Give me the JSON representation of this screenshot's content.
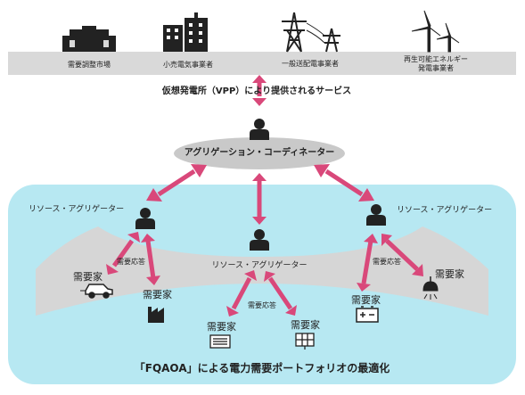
{
  "top_bar": {
    "market": "需要調整市場",
    "retail": "小売電気事業者",
    "transmission": "一般送配電事業者",
    "renewable_line1": "再生可能エネルギー",
    "renewable_line2": "発電事業者"
  },
  "vpp_label": "仮想発電所（VPP）により提供されるサービス",
  "coordinator_label": "アグリゲーション・コーディネーター",
  "resource_aggregator": "リソース・アグリゲーター",
  "consumer": "需要家",
  "demand_response": "需要応答",
  "bottom_title": "「FQAOA」による電力需要ポートフォリオの最適化",
  "colors": {
    "arrow": "#d9487a",
    "top_bar": "#d9d9d9",
    "pool": "#b7e8f2",
    "band": "#d6d6d6",
    "coordinator_ellipse": "#c9c9c9",
    "person": "#222222"
  }
}
